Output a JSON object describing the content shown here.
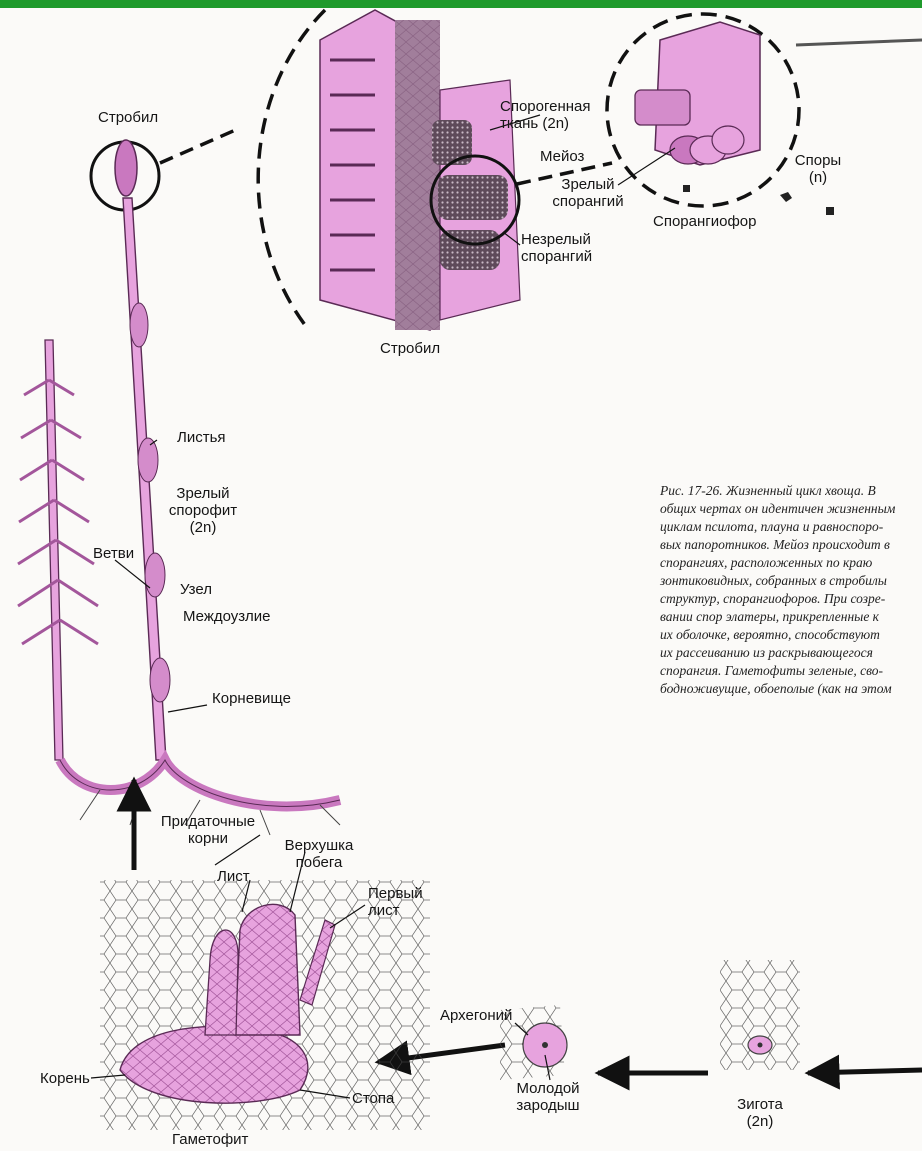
{
  "colors": {
    "accent_bar": "#1f9a2c",
    "tissue_pink": "#e7a3de",
    "tissue_pink_dark": "#c978bf",
    "ink": "#1b1b1b"
  },
  "labels": {
    "strobil_top": "Стробил",
    "sporogenic_line1": "Спорогенная",
    "sporogenic_line2": "ткань (2n)",
    "meiosis": "Мейоз",
    "spores_line1": "Споры",
    "spores_line2": "(n)",
    "mature_sporangium_line1": "Зрелый",
    "mature_sporangium_line2": "спорангий",
    "sporangiophore": "Спорангиофор",
    "immature_sporangium_line1": "Незрелый",
    "immature_sporangium_line2": "спорангий",
    "strobil_section": "Стробил",
    "leaves": "Листья",
    "sporophyte_line1": "Зрелый",
    "sporophyte_line2": "спорофит",
    "sporophyte_line3": "(2n)",
    "branches": "Ветви",
    "node": "Узел",
    "internode": "Междоузлие",
    "rhizome": "Корневище",
    "adventitious_line1": "Придаточные",
    "adventitious_line2": "корни",
    "shoot_apex_line1": "Верхушка",
    "shoot_apex_line2": "побега",
    "leaf": "Лист",
    "first_leaf_line1": "Первый",
    "first_leaf_line2": "лист",
    "archegonium": "Архегоний",
    "young_embryo_line1": "Молодой",
    "young_embryo_line2": "зародыш",
    "zygote_line1": "Зигота",
    "zygote_line2": "(2n)",
    "root": "Корень",
    "foot": "Стопа",
    "gametophyte": "Гаметофит"
  },
  "caption": "Рис. 17-26. Жизненный цикл хвоща. В\nобщих чертах он идентичен жизненным\nциклам псилота, плауна и равноспоро-\nвых папоротников. Мейоз происходит в\nспорангиях, расположенных по краю\nзонтиковидных, собранных в стробилы\nструктур, спорангиофоров. При созре-\nвании спор элатеры, прикрепленные к\nих оболочке, вероятно, способствуют\nих рассеиванию из раскрывающегося\nспорангия. Гаметофиты зеленые, сво-\nбодноживущие, обоеполые (как на этом"
}
